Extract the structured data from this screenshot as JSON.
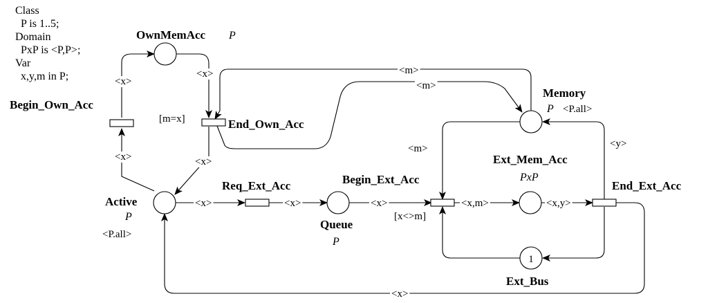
{
  "declarations": {
    "lines": [
      "Class",
      "  P is 1..5;",
      "Domain",
      "  PxP is <P,P>;",
      "Var",
      "  x,y,m in P;"
    ]
  },
  "places": {
    "own_mem_acc": {
      "name": "OwnMemAcc",
      "domain": "P"
    },
    "memory": {
      "name": "Memory",
      "domain": "P",
      "marking": "<P.all>"
    },
    "active": {
      "name": "Active",
      "domain": "P",
      "marking": "<P.all>"
    },
    "queue": {
      "name": "Queue",
      "domain": "P"
    },
    "ext_mem_acc": {
      "name": "Ext_Mem_Acc",
      "domain": "PxP"
    },
    "ext_bus": {
      "name": "Ext_Bus",
      "marking": "1"
    }
  },
  "transitions": {
    "begin_own_acc": {
      "name": "Begin_Own_Acc"
    },
    "end_own_acc": {
      "name": "End_Own_Acc",
      "guard": "[m=x]"
    },
    "req_ext_acc": {
      "name": "Req_Ext_Acc"
    },
    "begin_ext_acc": {
      "name": "Begin_Ext_Acc",
      "guard": "[x<>m]"
    },
    "end_ext_acc": {
      "name": "End_Ext_Acc"
    }
  },
  "arc_labels": {
    "active_to_begin_own": "<x>",
    "begin_own_to_own_mem": "<x>",
    "own_mem_to_end_own": "<x>",
    "end_own_to_active": "<x>",
    "memory_to_end_own": "<m>",
    "end_own_to_memory": "<m>",
    "active_to_req": "<x>",
    "req_to_queue": "<x>",
    "queue_to_begin_ext": "<x>",
    "memory_to_begin_ext": "<m>",
    "begin_ext_to_ext_mem": "<x,m>",
    "ext_mem_to_end_ext": "<x,y>",
    "end_ext_to_memory": "<y>",
    "end_ext_to_active": "<x>"
  }
}
